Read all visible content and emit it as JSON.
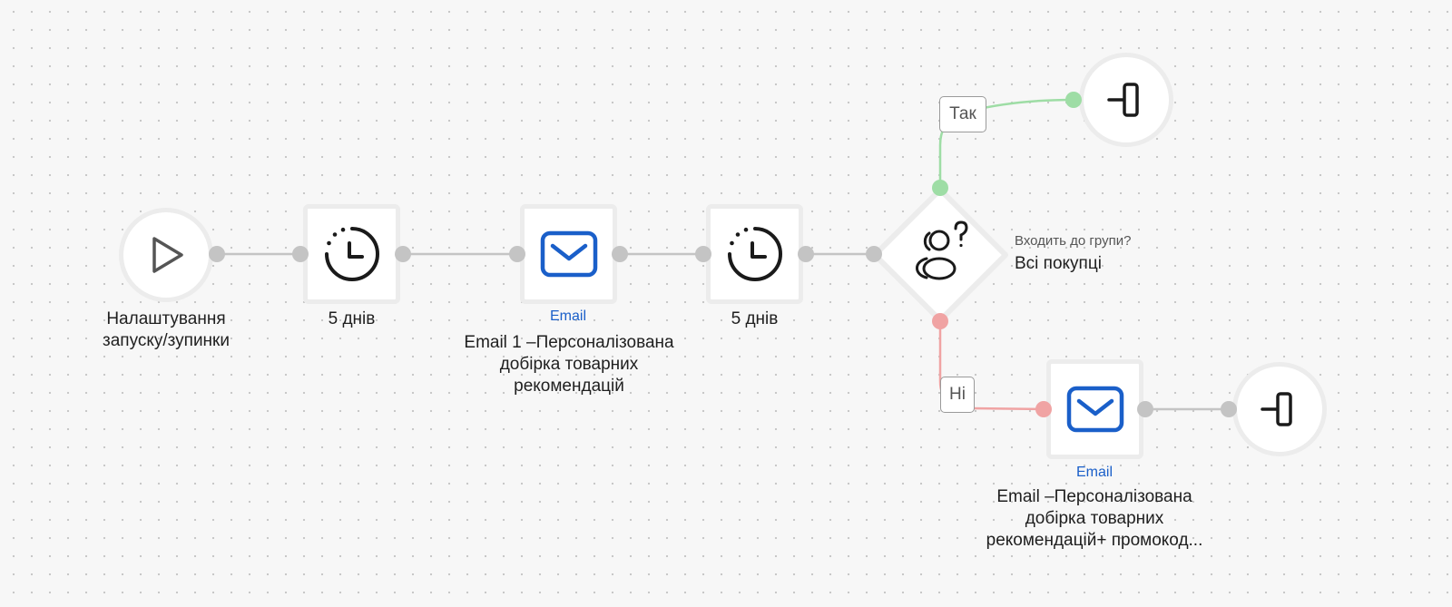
{
  "nodes": {
    "start": {
      "label_line1": "Налаштування",
      "label_line2": "запуску/зупинки",
      "icon": "play-icon"
    },
    "wait1": {
      "label": "5 днів",
      "icon": "timer-icon"
    },
    "email1": {
      "type_label": "Email",
      "title_line1": "Email 1 –Персоналізована",
      "title_line2": "добірка товарних",
      "title_line3": "рекомендацій",
      "icon": "envelope-icon"
    },
    "wait2": {
      "label": "5 днів",
      "icon": "timer-icon"
    },
    "condition": {
      "question": "Входить до групи?",
      "value": "Всі покупці",
      "icon": "group-question-icon"
    },
    "branch_yes": {
      "label": "Так"
    },
    "branch_no": {
      "label": "Ні"
    },
    "exit1": {
      "icon": "exit-icon"
    },
    "email2": {
      "type_label": "Email",
      "title_line1": "Email –Персоналізована",
      "title_line2": "добірка товарних",
      "title_line3": "рекомендацій+ промокод...",
      "icon": "envelope-icon"
    },
    "exit2": {
      "icon": "exit-icon"
    }
  },
  "colors": {
    "connector": "#c4c4c4",
    "yes_branch": "#9edda5",
    "no_branch": "#f0a3a3",
    "email_accent": "#1a5fc9"
  }
}
